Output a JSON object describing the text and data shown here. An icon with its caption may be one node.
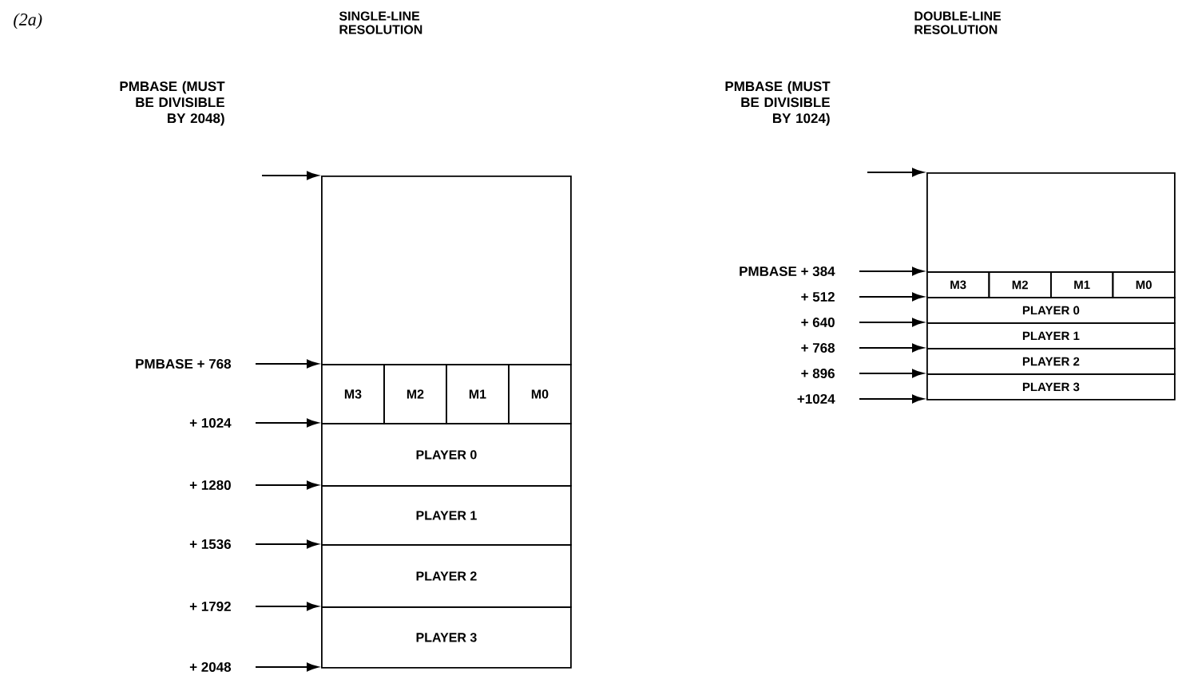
{
  "diagram": {
    "title": "(2a)",
    "nodes": [
      {
        "text": [
          "PMBASE (MUST BE DIVISIBLE BY 2048)"
        ]
      },
      {
        "text": [],
        "shape": "box"
      },
      {
        "text": [
          "PMBASE + 768"
        ]
      },
      {
        "text": [
          "M3"
        ]
      },
      {
        "text": [
          "M2"
        ]
      },
      {
        "text": [
          "M1"
        ]
      },
      {
        "text": [
          "M0"
        ]
      },
      {
        "text": [
          "+ 1024"
        ]
      },
      {
        "text": [
          "PLAYER 0"
        ]
      },
      {
        "text": [
          "+ 1280"
        ]
      },
      {
        "text": [
          "PLAYER 1"
        ]
      },
      {
        "text": [
          "+ 1536"
        ]
      },
      {
        "text": [
          "PLAYER 2"
        ]
      },
      {
        "text": [
          "+ 1792"
        ]
      },
      {
        "text": [
          "PLAYER 3"
        ]
      },
      {
        "text": [
          "+ 2048"
        ]
      },
      {
        "text": [
          "PMBASE (MUST BE DIVISIBLE BY 1024)"
        ]
      },
      {
        "text": [],
        "shape": "box"
      },
      {
        "text": [
          "PMBASE + 384"
        ]
      },
      {
        "text": [
          "M3"
        ]
      },
      {
        "text": [
          "M2"
        ]
      },
      {
        "text": [
          "M1"
        ]
      },
      {
        "text": [
          "M0"
        ]
      },
      {
        "text": [
          "+ 512"
        ]
      },
      {
        "text": [
          "PLAYER 0"
        ]
      },
      {
        "text": [
          "+ 640"
        ]
      },
      {
        "text": [
          "PLAYER 1"
        ]
      },
      {
        "text": [
          "+ 768"
        ]
      },
      {
        "text": [
          "PLAYER 2"
        ]
      },
      {
        "text": [
          "+ 896"
        ]
      },
      {
        "text": [
          "PLAYER 3"
        ]
      },
      {
        "text": [
          "+1024"
        ]
      }
    ],
    "edges": [
      {
        "from": 0,
        "to": 1,
        "arrow": "to"
      },
      {
        "from": 2,
        "to": 3,
        "arrow": "to"
      },
      {
        "from": 7,
        "to": 8,
        "arrow": "to"
      },
      {
        "from": 9,
        "to": 10,
        "arrow": "to"
      },
      {
        "from": 11,
        "to": 12,
        "arrow": "to"
      },
      {
        "from": 13,
        "to": 14,
        "arrow": "to"
      },
      {
        "from": 15,
        "to": 14,
        "arrow": "to"
      },
      {
        "from": 16,
        "to": 17,
        "arrow": "to"
      },
      {
        "from": 18,
        "to": 19,
        "arrow": "to"
      },
      {
        "from": 23,
        "to": 24,
        "arrow": "to"
      },
      {
        "from": 25,
        "to": 26,
        "arrow": "to"
      },
      {
        "from": 27,
        "to": 28,
        "arrow": "to"
      },
      {
        "from": 29,
        "to": 30,
        "arrow": "to"
      },
      {
        "from": 31,
        "to": 30,
        "arrow": "to"
      }
    ],
    "labels": [
      "SINGLE-LINE RESOLUTION",
      "DOUBLE-LINE RESOLUTION"
    ]
  }
}
